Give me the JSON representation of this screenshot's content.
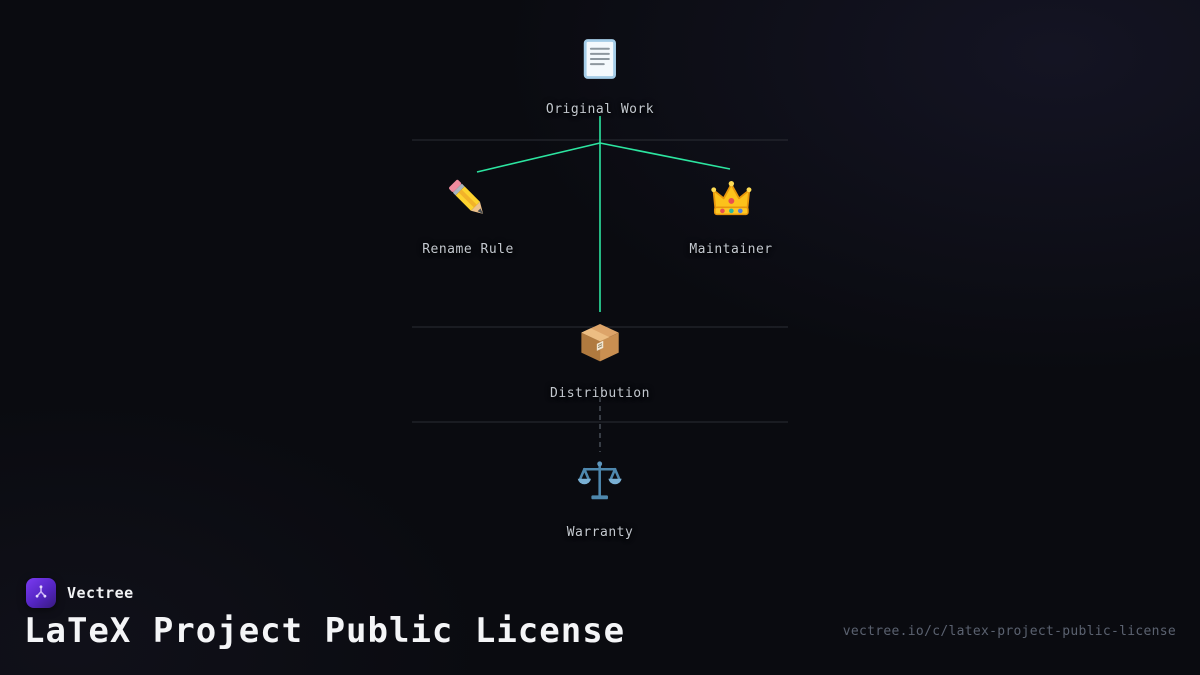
{
  "diagram": {
    "edge_color": "#2ce5a0",
    "separator_color": "#2b2e35",
    "dashed_color": "#4d535c",
    "nodes": [
      {
        "id": "original-work",
        "label": "Original Work",
        "icon": "document-icon"
      },
      {
        "id": "rename-rule",
        "label": "Rename Rule",
        "icon": "pencil-icon"
      },
      {
        "id": "maintainer",
        "label": "Maintainer",
        "icon": "crown-icon"
      },
      {
        "id": "distribution",
        "label": "Distribution",
        "icon": "package-icon"
      },
      {
        "id": "warranty",
        "label": "Warranty",
        "icon": "scale-icon"
      }
    ]
  },
  "footer": {
    "brand": "Vectree",
    "title": "LaTeX Project Public License",
    "url": "vectree.io/c/latex-project-public-license"
  }
}
